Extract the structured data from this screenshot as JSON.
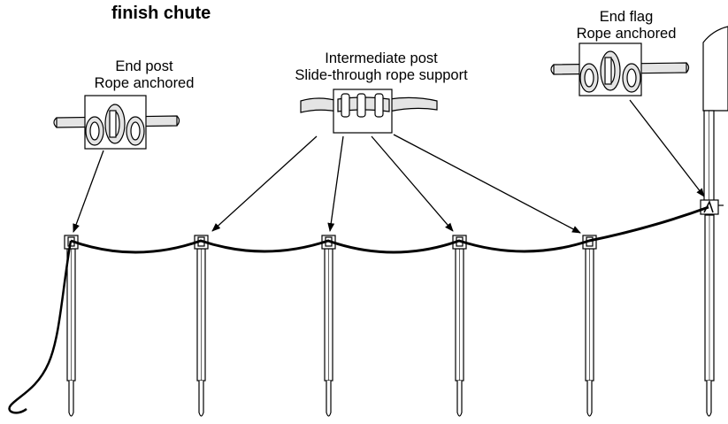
{
  "title": "finish  chute",
  "callouts": {
    "end_post": {
      "line1": "End post",
      "line2": "Rope anchored"
    },
    "intermediate_post": {
      "line1": "Intermediate post",
      "line2": "Slide-through rope support"
    },
    "end_flag": {
      "line1": "End flag",
      "line2": "Rope anchored"
    }
  },
  "components": [
    "end-post",
    "intermediate-post",
    "intermediate-post",
    "intermediate-post",
    "intermediate-post",
    "end-flag"
  ],
  "icons": [
    "rope-knot-icon",
    "rope-clip-icon",
    "flag-icon",
    "stake-icon"
  ],
  "colors": {
    "line": "#000000",
    "fill": "#ffffff",
    "rope_fill": "#e4e4e4"
  }
}
